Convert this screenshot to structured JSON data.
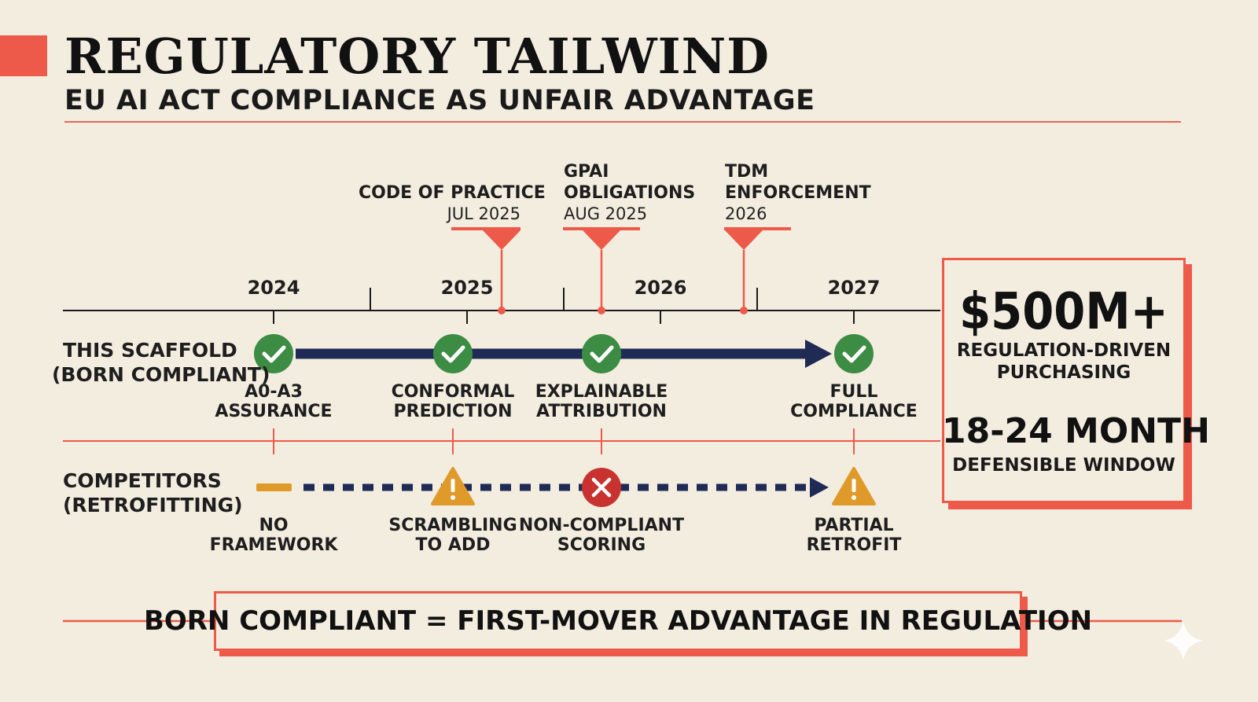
{
  "header": {
    "title": "REGULATORY TAILWIND",
    "subtitle": "EU AI  ACT COMPLIANCE AS UNFAIR ADVANTAGE"
  },
  "events": [
    {
      "name": [
        "CODE OF PRACTICE"
      ],
      "date": "JUL 2025"
    },
    {
      "name": [
        "GPAI",
        "OBLIGATIONS"
      ],
      "date": "AUG 2025"
    },
    {
      "name": [
        "TDM",
        "ENFORCEMENT"
      ],
      "date": "2026"
    }
  ],
  "years": [
    "2024",
    "2025",
    "2026",
    "2027"
  ],
  "rows": {
    "scaffold": {
      "label": [
        "THIS SCAFFOLD",
        "(BORN COMPLIANT)"
      ],
      "milestones": [
        {
          "status": "check",
          "label": [
            "A0-A3",
            "ASSURANCE"
          ]
        },
        {
          "status": "check",
          "label": [
            "CONFORMAL",
            "PREDICTION"
          ]
        },
        {
          "status": "check",
          "label": [
            "EXPLAINABLE",
            "ATTRIBUTION"
          ]
        },
        {
          "status": "check",
          "label": [
            "FULL",
            "COMPLIANCE"
          ]
        }
      ]
    },
    "competitors": {
      "label": [
        "COMPETITORS",
        "(RETROFITTING)"
      ],
      "milestones": [
        {
          "status": "none",
          "label": [
            "NO",
            "FRAMEWORK"
          ]
        },
        {
          "status": "warning",
          "label": [
            "SCRAMBLING",
            "TO ADD"
          ]
        },
        {
          "status": "fail",
          "label": [
            "NON-COMPLIANT",
            "SCORING"
          ]
        },
        {
          "status": "warning",
          "label": [
            "PARTIAL",
            "RETROFIT"
          ]
        }
      ]
    }
  },
  "stats": {
    "value1": "$500M+",
    "label1": [
      "REGULATION-DRIVEN",
      "PURCHASING"
    ],
    "value2": "18-24 MONTH",
    "label2": "DEFENSIBLE WINDOW"
  },
  "footer": "BORN COMPLIANT = FIRST-MOVER ADVANTAGE IN REGULATION",
  "colors": {
    "accent": "#ee5a4a",
    "navy": "#1f2a55",
    "check_green": "#3c8c44",
    "warning_orange": "#e09a2a",
    "fail_red": "#c8322f",
    "background": "#f3ede0"
  }
}
